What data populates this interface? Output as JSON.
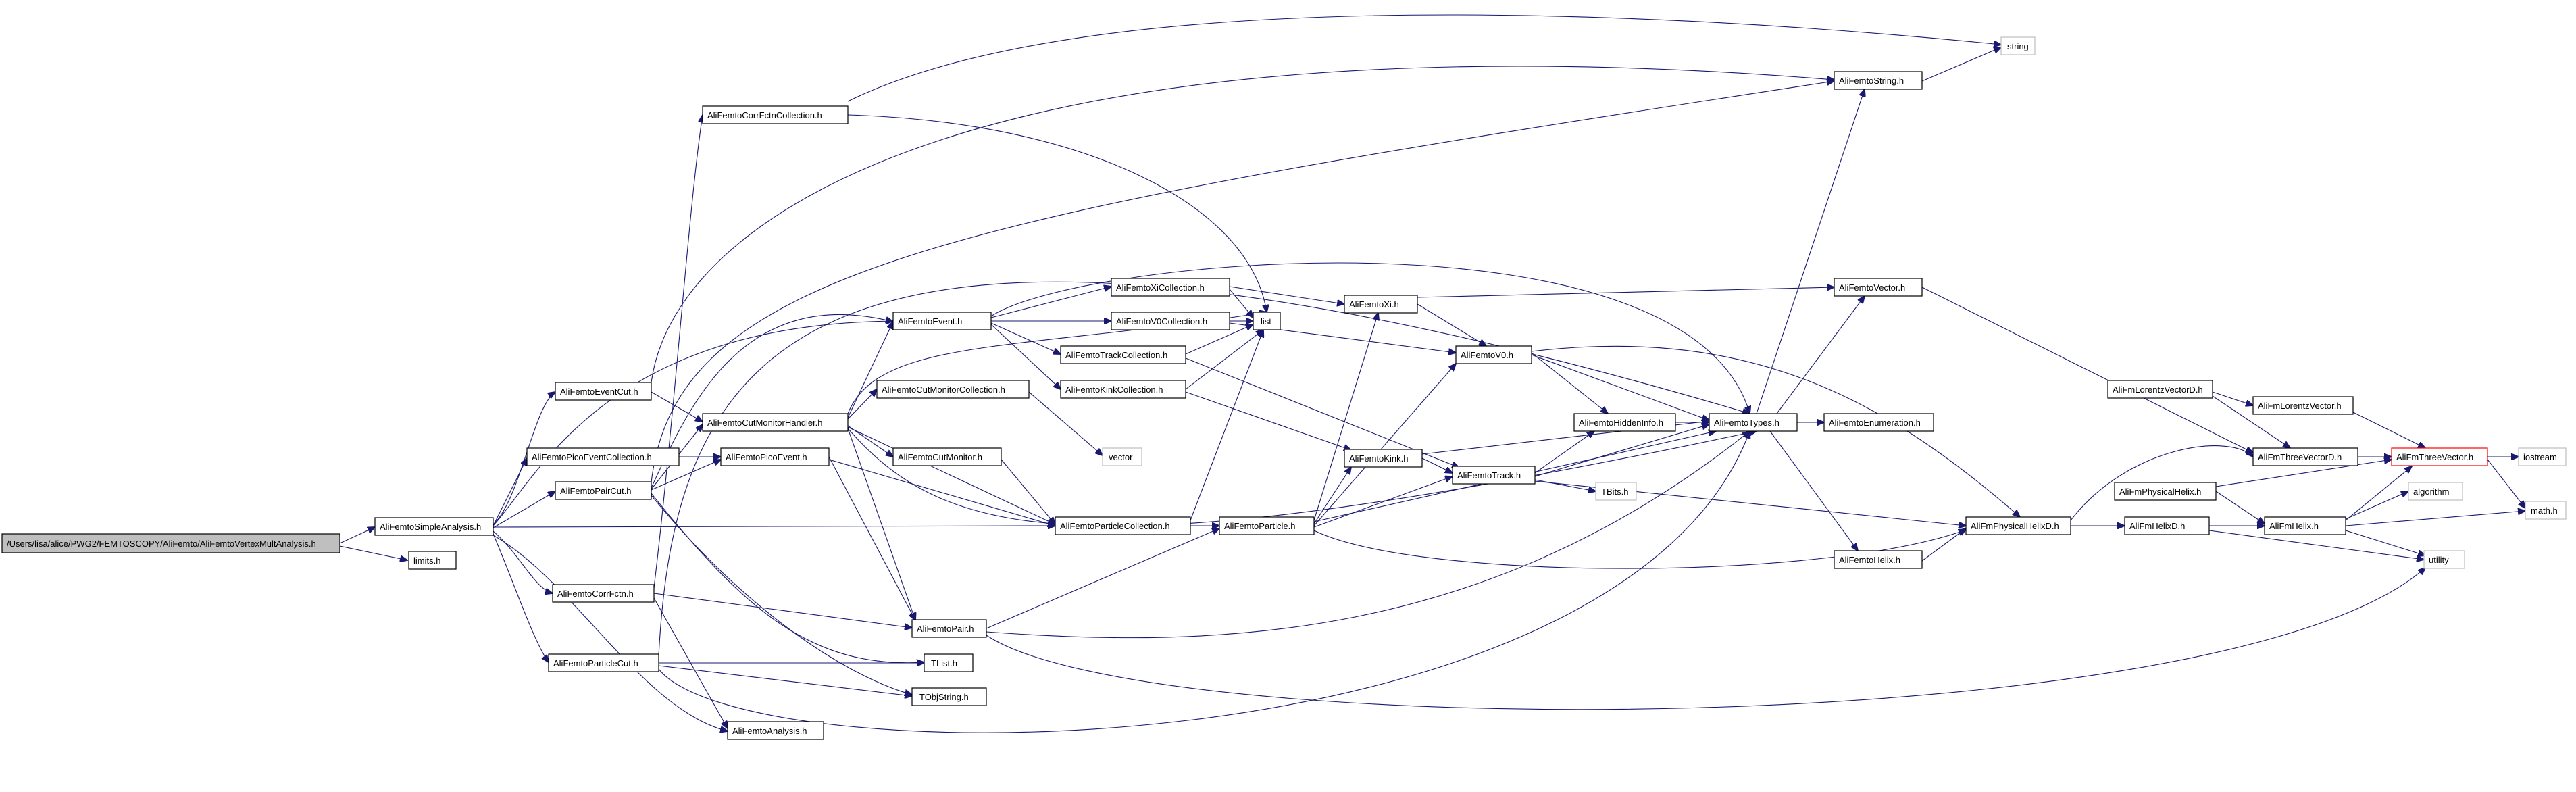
{
  "colors": {
    "edge": "#191970",
    "node_border": "#000000",
    "root_fill": "#bfbfbf",
    "external_border": "#bfbfbf",
    "highlight_border": "#ff0000"
  },
  "nodes": {
    "root": "/Users/lisa/alice/PWG2/FEMTOSCOPY/AliFemto/AliFemtoVertexMultAnalysis.h",
    "limits": "limits.h",
    "simple": "AliFemtoSimpleAnalysis.h",
    "eventcut": "AliFemtoEventCut.h",
    "picocoll": "AliFemtoPicoEventCollection.h",
    "paircut": "AliFemtoPairCut.h",
    "corrfctn": "AliFemtoCorrFctn.h",
    "partcut": "AliFemtoParticleCut.h",
    "corrcoll": "AliFemtoCorrFctnCollection.h",
    "cutmonhandler": "AliFemtoCutMonitorHandler.h",
    "picoevent": "AliFemtoPicoEvent.h",
    "event": "AliFemtoEvent.h",
    "cutmoncoll": "AliFemtoCutMonitorCollection.h",
    "cutmon": "AliFemtoCutMonitor.h",
    "pair": "AliFemtoPair.h",
    "tlist": "TList.h",
    "tobjstring": "TObjString.h",
    "analysis": "AliFemtoAnalysis.h",
    "xicoll": "AliFemtoXiCollection.h",
    "v0coll": "AliFemtoV0Collection.h",
    "trackcoll": "AliFemtoTrackCollection.h",
    "kinkcoll": "AliFemtoKinkCollection.h",
    "list": "list",
    "vector": "vector",
    "partcoll": "AliFemtoParticleCollection.h",
    "particle": "AliFemtoParticle.h",
    "xi": "AliFemtoXi.h",
    "v0": "AliFemtoV0.h",
    "kink": "AliFemtoKink.h",
    "track": "AliFemtoTrack.h",
    "hidden": "AliFemtoHiddenInfo.h",
    "types": "AliFemtoTypes.h",
    "tbits": "TBits.h",
    "string_h": "AliFemtoString.h",
    "string": "string",
    "fvector": "AliFemtoVector.h",
    "enumeration": "AliFemtoEnumeration.h",
    "fhelix": "AliFemtoHelix.h",
    "physhelixd": "AliFmPhysicalHelixD.h",
    "lorentzd": "AliFmLorentzVectorD.h",
    "lorentz": "AliFmLorentzVector.h",
    "threevd": "AliFmThreeVectorD.h",
    "threev": "AliFmThreeVector.h",
    "iostream": "iostream",
    "mathh": "math.h",
    "physhelix": "AliFmPhysicalHelix.h",
    "helixd": "AliFmHelixD.h",
    "helix": "AliFmHelix.h",
    "algorithm": "algorithm",
    "utility": "utility"
  }
}
